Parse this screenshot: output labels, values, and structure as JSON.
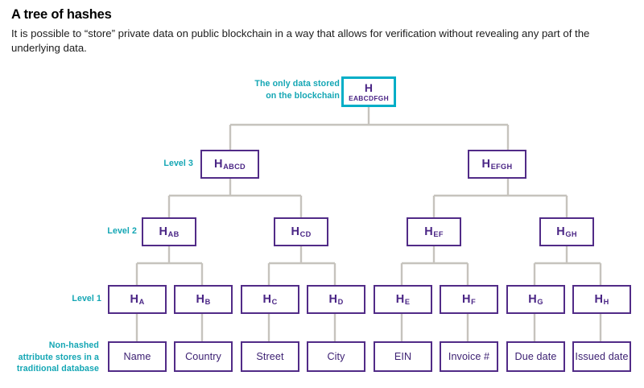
{
  "header": {
    "title": "A tree of hashes",
    "subtitle": "It is possible to “store” private data on public blockchain in a way that allows for verification without revealing any part of the underlying data."
  },
  "colors": {
    "accent_teal": "#13a6b4",
    "root_border_teal": "#00aec7",
    "node_border_purple": "#512b87",
    "node_text_purple": "#4a2585",
    "connector_gray": "#c6c3bd",
    "background": "#ffffff"
  },
  "annotations": {
    "root_note": "The only data stored\non the blockchain",
    "root_note_line1": "The only data stored",
    "root_note_line2": "on the blockchain",
    "level3_label": "Level 3",
    "level2_label": "Level 2",
    "level1_label": "Level 1",
    "leaf_note_line1": "Non-hashed",
    "leaf_note_line2": "attribute stores in a",
    "leaf_note_line3": "traditional database"
  },
  "tree": {
    "root": {
      "main": "H",
      "sub": "EABCDFGH"
    },
    "level3": [
      {
        "main": "H",
        "sub": "ABCD"
      },
      {
        "main": "H",
        "sub": "EFGH"
      }
    ],
    "level2": [
      {
        "main": "H",
        "sub": "AB"
      },
      {
        "main": "H",
        "sub": "CD"
      },
      {
        "main": "H",
        "sub": "EF"
      },
      {
        "main": "H",
        "sub": "GH"
      }
    ],
    "level1": [
      {
        "main": "H",
        "sub": "A"
      },
      {
        "main": "H",
        "sub": "B"
      },
      {
        "main": "H",
        "sub": "C"
      },
      {
        "main": "H",
        "sub": "D"
      },
      {
        "main": "H",
        "sub": "E"
      },
      {
        "main": "H",
        "sub": "F"
      },
      {
        "main": "H",
        "sub": "G"
      },
      {
        "main": "H",
        "sub": "H"
      }
    ],
    "attributes": [
      {
        "label": "Name"
      },
      {
        "label": "Country"
      },
      {
        "label": "Street"
      },
      {
        "label": "City"
      },
      {
        "label": "EIN"
      },
      {
        "label": "Invoice #"
      },
      {
        "label": "Due date"
      },
      {
        "label": "Issued date"
      }
    ]
  }
}
